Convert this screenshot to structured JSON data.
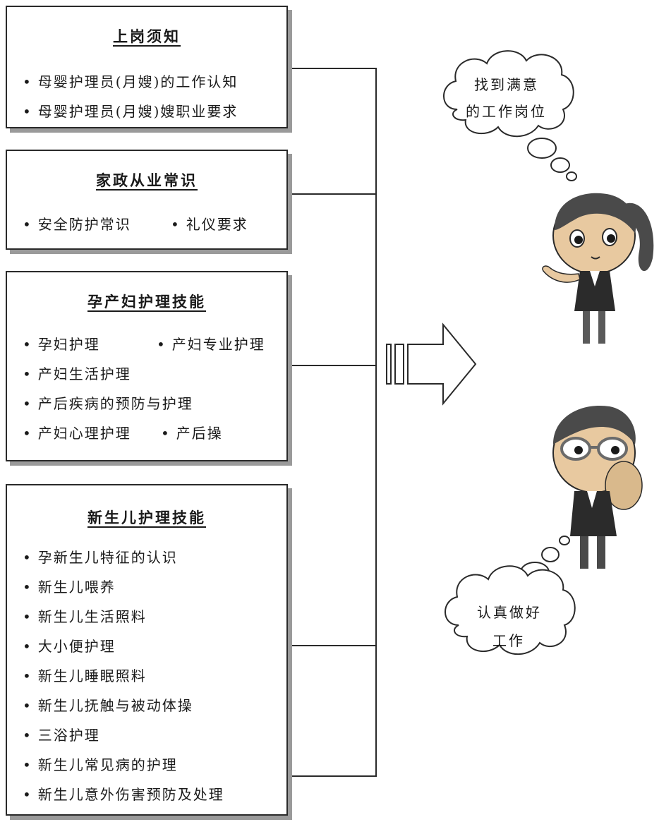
{
  "sections": [
    {
      "title": "上岗须知",
      "items": [
        "母婴护理员(月嫂)的工作认知",
        "母婴护理员(月嫂)嫂职业要求"
      ]
    },
    {
      "title": "家政从业常识",
      "items": [
        "安全防护常识",
        "礼仪要求"
      ]
    },
    {
      "title": "孕产妇护理技能",
      "items": [
        "孕妇护理",
        "产妇专业护理",
        "产妇生活护理",
        "产后疾病的预防与护理",
        "产妇心理护理",
        "产后操"
      ]
    },
    {
      "title": "新生儿护理技能",
      "items": [
        "孕新生儿特征的认识",
        "新生儿喂养",
        "新生儿生活照料",
        "大小便护理",
        "新生儿睡眠照料",
        "新生儿抚触与被动体操",
        "三浴护理",
        "新生儿常见病的护理",
        "新生儿意外伤害预防及处理"
      ]
    }
  ],
  "thoughts": {
    "woman": [
      "找到满意",
      "的工作岗位"
    ],
    "man": [
      "认真做好",
      "工作"
    ]
  },
  "colors": {
    "border": "#2a2a2a",
    "shadow": "#9a9a9a",
    "skin": "#e8c9a0",
    "hair": "#4a4a4a",
    "suit": "#2b2b2b"
  }
}
